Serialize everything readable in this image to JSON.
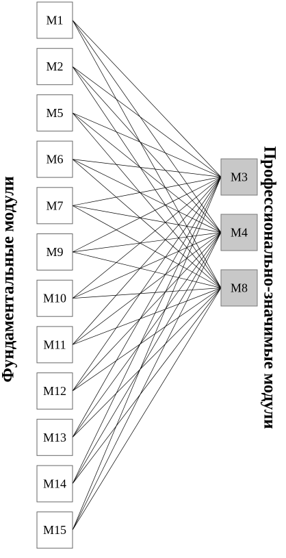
{
  "left_group_label": "Фундаментальные модули",
  "right_group_label": "Профессионально-значимые модули",
  "fundamental_modules": [
    "M1",
    "M2",
    "M5",
    "M6",
    "M7",
    "M9",
    "M10",
    "M11",
    "M12",
    "M13",
    "M14",
    "M15"
  ],
  "professional_modules": [
    "M3",
    "M4",
    "M8"
  ],
  "colors": {
    "professional_fill": "#c8c8c8",
    "fundamental_fill": "#ffffff",
    "line": "#000000"
  }
}
